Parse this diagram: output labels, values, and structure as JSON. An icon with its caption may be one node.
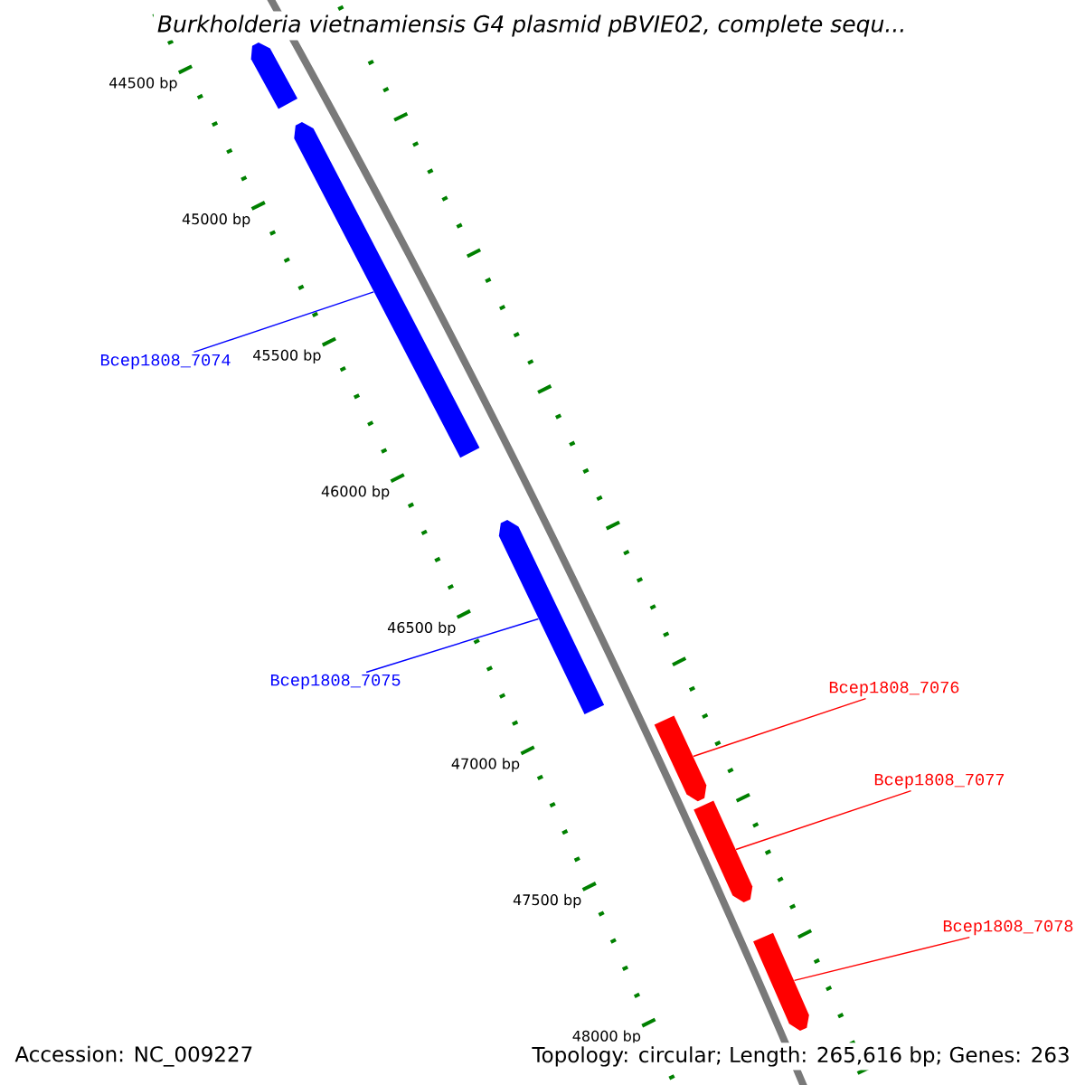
{
  "diagram": {
    "title": "*Burkholderia vietnamiensis* G4 plasmid pBVIE02, complete sequ...",
    "nodes": [
      {
        "text": [],
        "shape": "bar"
      },
      {
        "text": [],
        "shape": "bar"
      },
      {
        "text": [],
        "shape": "bar"
      },
      {
        "text": [],
        "shape": "bar"
      },
      {
        "text": [],
        "shape": "bar"
      },
      {
        "text": [],
        "shape": "bar"
      },
      {
        "text": [
          "Bcep1808_7074"
        ]
      },
      {
        "text": [
          "Bcep1808_7075"
        ]
      },
      {
        "text": [
          "Bcep1808_7076"
        ]
      },
      {
        "text": [
          "Bcep1808_7077"
        ]
      },
      {
        "text": [
          "Bcep1808_7078"
        ]
      }
    ],
    "edges": [
      {
        "from": 6,
        "to": 1,
        "arrow": "none",
        "color": "#0000ff"
      },
      {
        "from": 7,
        "to": 2,
        "arrow": "none",
        "color": "#0000ff"
      },
      {
        "from": 8,
        "to": 3,
        "arrow": "none",
        "color": "#ff0000"
      },
      {
        "from": 9,
        "to": 4,
        "arrow": "none",
        "color": "#ff0000"
      },
      {
        "from": 10,
        "to": 5,
        "arrow": "none",
        "color": "#ff0000"
      }
    ],
    "labels": [
      "44500 bp",
      "45000 bp",
      "45500 bp",
      "46000 bp",
      "46500 bp",
      "47000 bp",
      "47500 bp",
      "48000 bp",
      "Accession: NC_009227",
      "Topology: circular; Length: 265,616 bp; Genes: 263"
    ]
  }
}
